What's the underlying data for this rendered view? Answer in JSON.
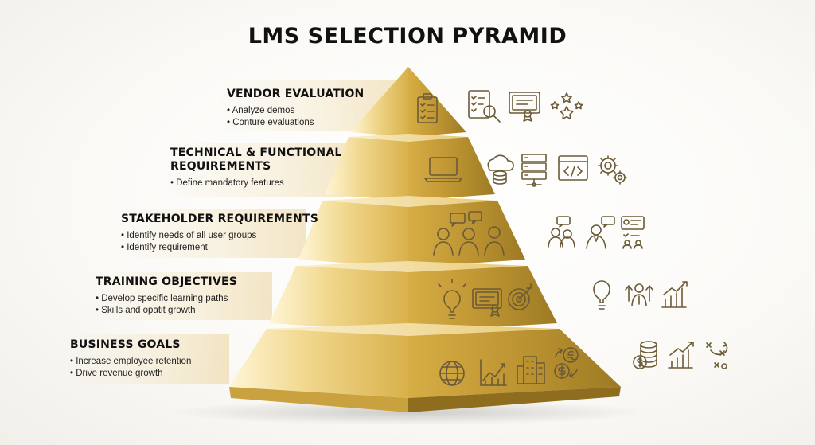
{
  "title": "LMS SELECTION PYRAMID",
  "levels": [
    {
      "heading": "VENDOR EVALUATION",
      "bullets": [
        "Analyze demos",
        "Conture evaluations"
      ],
      "pyramid_icons": [
        "clipboard-checklist-icon"
      ],
      "side_icons": [
        "checklist-magnifier-icon",
        "certificate-icon",
        "star-rating-icon"
      ]
    },
    {
      "heading": "TECHNICAL & FUNCTIONAL REQUIREMENTS",
      "bullets": [
        "Define mandatory features"
      ],
      "pyramid_icons": [
        "laptop-icon"
      ],
      "side_icons": [
        "cloud-database-icon",
        "server-icon",
        "code-window-icon",
        "gears-icon"
      ]
    },
    {
      "heading": "STAKEHOLDER REQUIREMENTS",
      "bullets": [
        "Identify needs of all user groups",
        "Identify requirement"
      ],
      "pyramid_icons": [
        "stakeholder-group-icon"
      ],
      "side_icons": [
        "team-chat-icon",
        "presenter-icon",
        "user-profile-list-icon"
      ]
    },
    {
      "heading": "TRAINING OBJECTIVES",
      "bullets": [
        "Develop specific learning paths",
        "Skills and opatit growth"
      ],
      "pyramid_icons": [
        "lightbulb-icon",
        "certificate-icon",
        "target-icon"
      ],
      "side_icons": [
        "lightbulb-icon",
        "growth-person-icon",
        "growth-chart-icon"
      ]
    },
    {
      "heading": "BUSINESS GOALS",
      "bullets": [
        "Increase employee retention",
        "Drive revenue growth"
      ],
      "pyramid_icons": [
        "globe-icon",
        "trend-chart-icon",
        "office-building-icon",
        "currency-exchange-icon"
      ],
      "side_icons": [
        "coin-stack-icon",
        "bar-growth-icon",
        "strategy-play-icon"
      ]
    }
  ],
  "colors": {
    "gold_light": "#fbeebd",
    "gold_mid": "#e2bd58",
    "gold_dark": "#9c7a24",
    "icon_dark": "#6b5a36",
    "icon_gold": "#b8923e"
  }
}
